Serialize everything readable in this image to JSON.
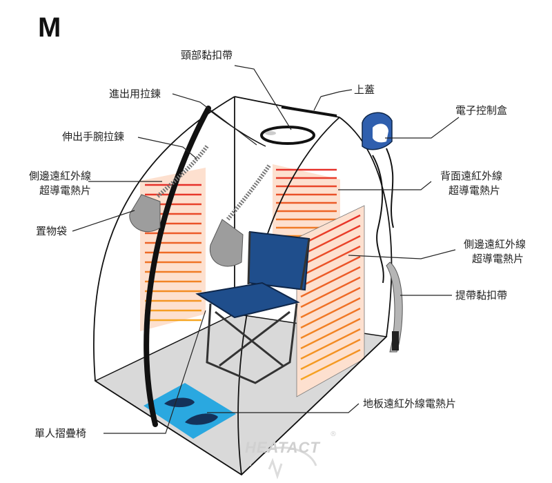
{
  "size_mark": "M",
  "brand": "HEATACT",
  "brand_mark": "®",
  "labels": {
    "neck_velcro": "頸部黏扣帶",
    "top_cover": "上蓋",
    "entry_zipper": "進出用拉鍊",
    "control_box": "電子控制盒",
    "wrist_zipper": "伸出手腕拉鍊",
    "side_heater_left_1": "側邊遠紅外線",
    "side_heater_left_2": "超導電熱片",
    "back_heater_1": "背面遠紅外線",
    "back_heater_2": "超導電熱片",
    "pouch": "置物袋",
    "side_heater_right_1": "側邊遠紅外線",
    "side_heater_right_2": "超導電熱片",
    "strap_velcro": "提帶黏扣帶",
    "floor_heater": "地板遠紅外線電熱片",
    "folding_chair": "單人摺疊椅"
  },
  "colors": {
    "outline": "#111111",
    "floor": "#d9d9d9",
    "heater_fill": "#fde0cf",
    "heater_coil_top": "#e6302a",
    "heater_coil_bottom": "#f6a623",
    "chair_seat": "#1f4e8c",
    "footmat": "#2aa8e0",
    "control_box": "#2f5fae",
    "pouch": "#9d9d9d",
    "leader": "#222222",
    "watermark": "#d0d0d0"
  }
}
